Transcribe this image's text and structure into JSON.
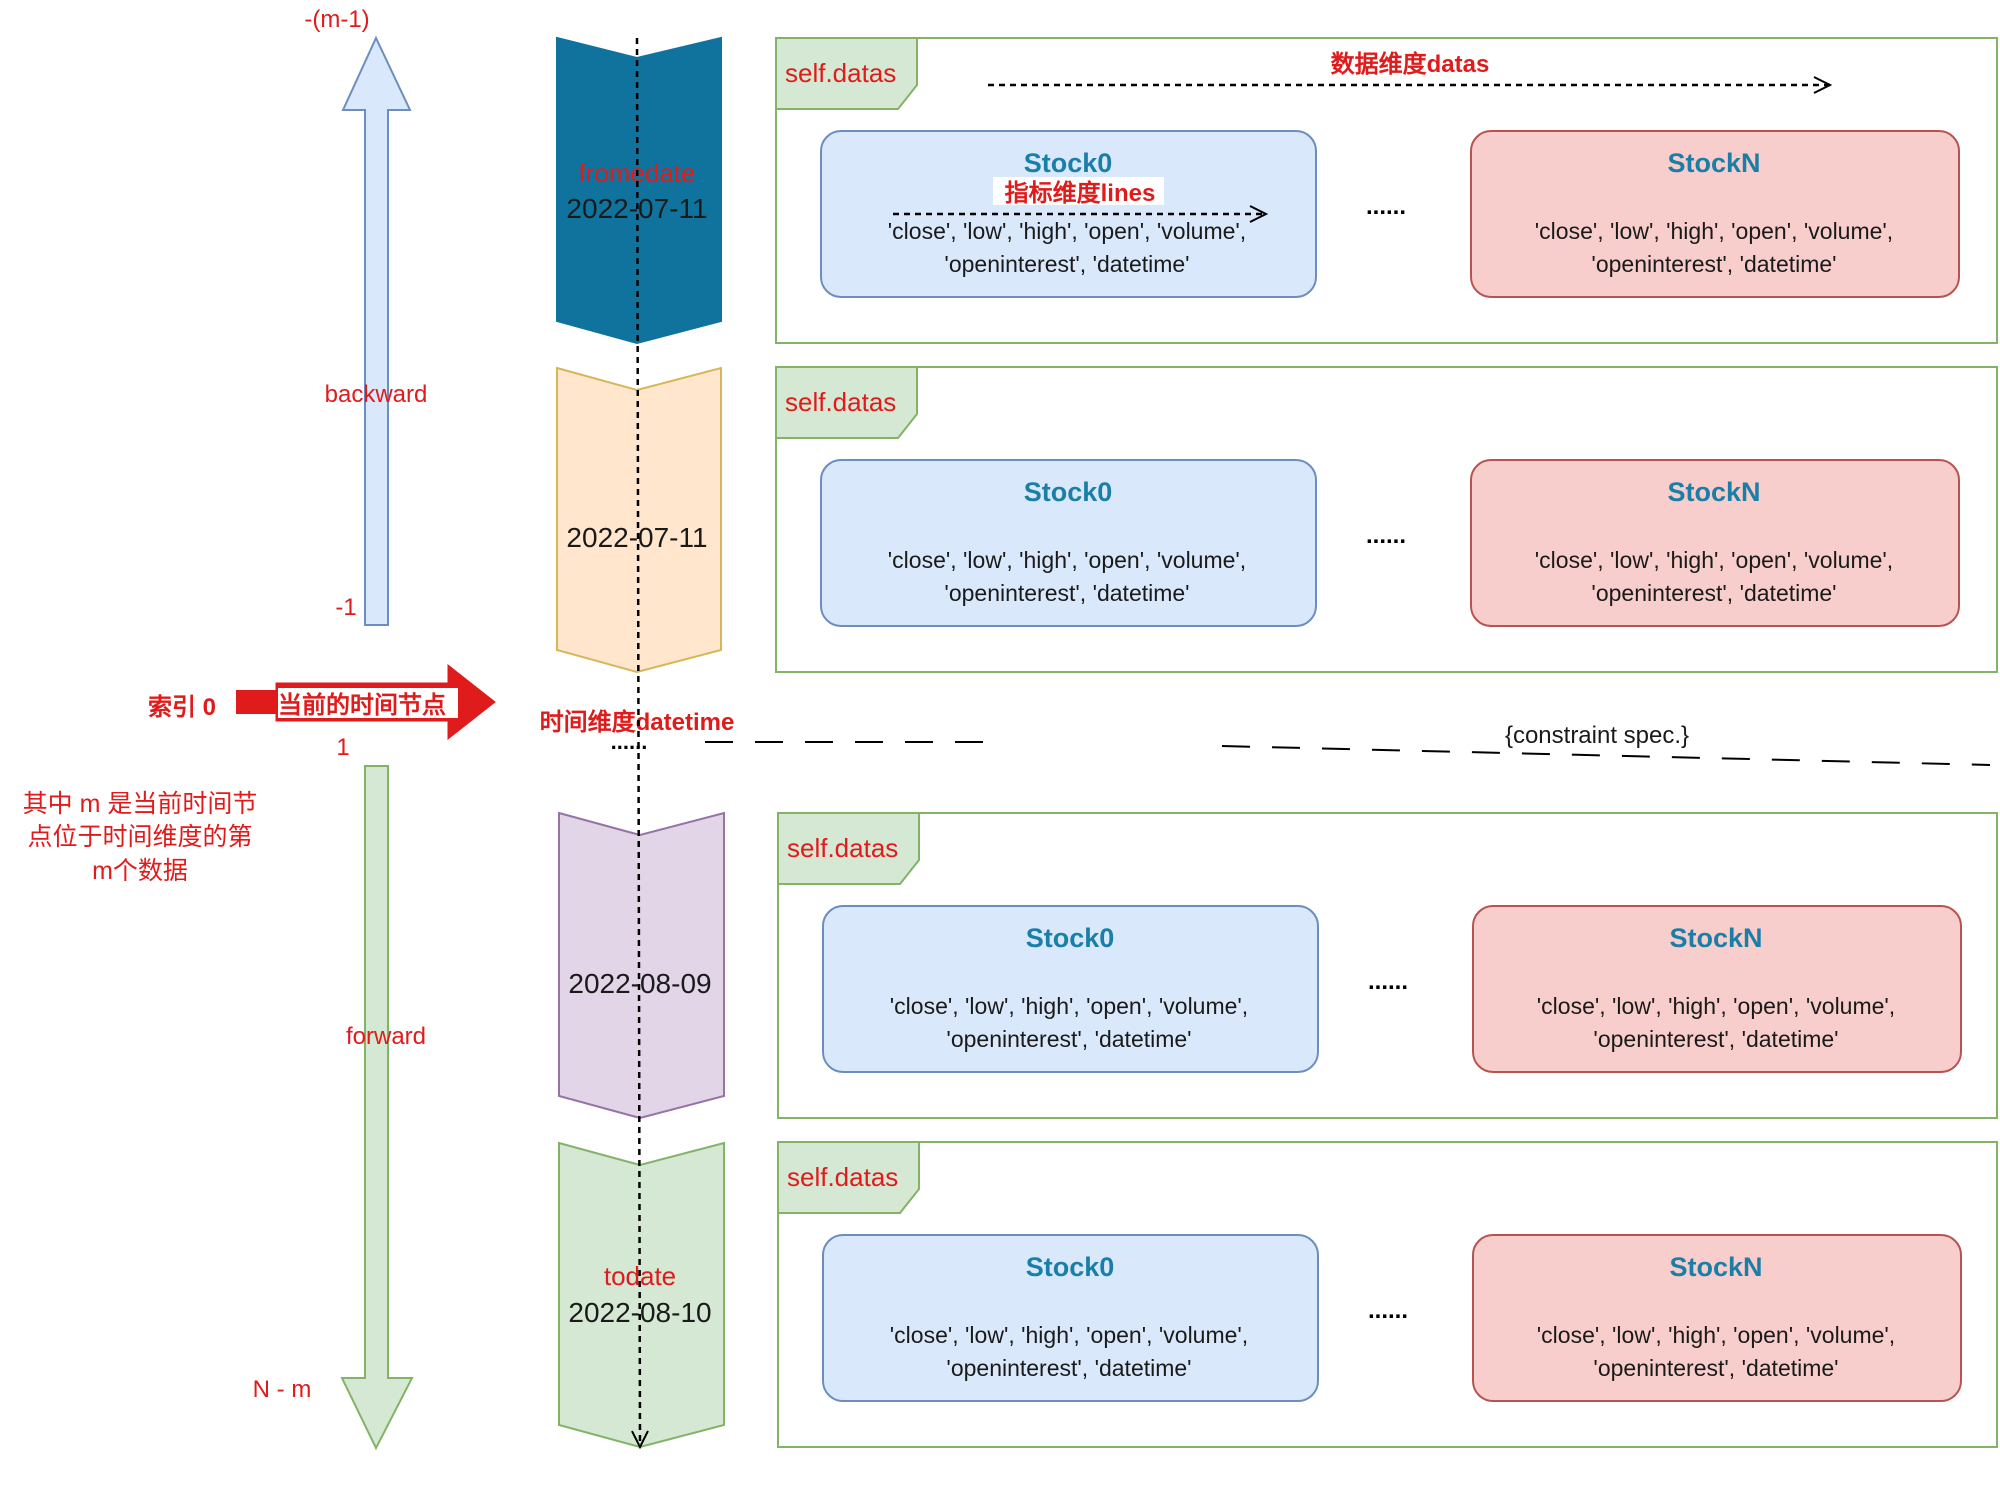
{
  "colors": {
    "red": "#e01b1b",
    "stock0_fill": "#dae8fc",
    "stock0_stroke": "#6c8ebf",
    "stockN_fill": "#f8cecc",
    "stockN_stroke": "#b85450",
    "stock_title": "#1a7fa8",
    "frame_stroke": "#82b366",
    "tab_fill": "#d5e8d4",
    "backward_fill": "#dae8fc",
    "forward_fill": "#d5e8d4",
    "date_colors": [
      "#10739e",
      "#ffe6cc",
      "#e1d5e7",
      "#d5e8d4"
    ],
    "date_strokes": [
      "#10739e",
      "#d6b656",
      "#9673a6",
      "#82b366"
    ]
  },
  "axis": {
    "top_label": "-(m-1)",
    "backward_label": "backward",
    "minus_one_label": "-1",
    "one_label": "1",
    "forward_label": "forward",
    "bottom_label": "N - m",
    "current_index_label": "索引 0",
    "current_node_label": "当前的时间节点",
    "note_lines": [
      "其中 m 是当前时间节",
      "点位于时间维度的第",
      "m个数据"
    ]
  },
  "time_axis": {
    "label": "时间维度datetime",
    "dots": "......"
  },
  "constraint_label": "{constraint spec.}",
  "data_dim_label": "数据维度datas",
  "lines_dim_label": "指标维度lines",
  "dates": [
    {
      "label": "fromedate",
      "date": "2022-07-11"
    },
    {
      "label": "",
      "date": "2022-07-11"
    },
    {
      "label": "",
      "date": "2022-08-09"
    },
    {
      "label": "todate",
      "date": "2022-08-10"
    }
  ],
  "frames": [
    {
      "tab": "self.datas",
      "stock0": {
        "title": "Stock0",
        "line1": "'close', 'low', 'high', 'open', 'volume',",
        "line2": "'openinterest', 'datetime'"
      },
      "ellipsis": "......",
      "stockN": {
        "title": "StockN",
        "line1": "'close', 'low', 'high', 'open', 'volume',",
        "line2": "'openinterest', 'datetime'"
      }
    },
    {
      "tab": "self.datas",
      "stock0": {
        "title": "Stock0",
        "line1": "'close', 'low', 'high', 'open', 'volume',",
        "line2": "'openinterest', 'datetime'"
      },
      "ellipsis": "......",
      "stockN": {
        "title": "StockN",
        "line1": "'close', 'low', 'high', 'open', 'volume',",
        "line2": "'openinterest', 'datetime'"
      }
    },
    {
      "tab": "self.datas",
      "stock0": {
        "title": "Stock0",
        "line1": "'close', 'low', 'high', 'open', 'volume',",
        "line2": "'openinterest', 'datetime'"
      },
      "ellipsis": "......",
      "stockN": {
        "title": "StockN",
        "line1": "'close', 'low', 'high', 'open', 'volume',",
        "line2": "'openinterest', 'datetime'"
      }
    },
    {
      "tab": "self.datas",
      "stock0": {
        "title": "Stock0",
        "line1": "'close', 'low', 'high', 'open', 'volume',",
        "line2": "'openinterest', 'datetime'"
      },
      "ellipsis": "......",
      "stockN": {
        "title": "StockN",
        "line1": "'close', 'low', 'high', 'open', 'volume',",
        "line2": "'openinterest', 'datetime'"
      }
    }
  ]
}
